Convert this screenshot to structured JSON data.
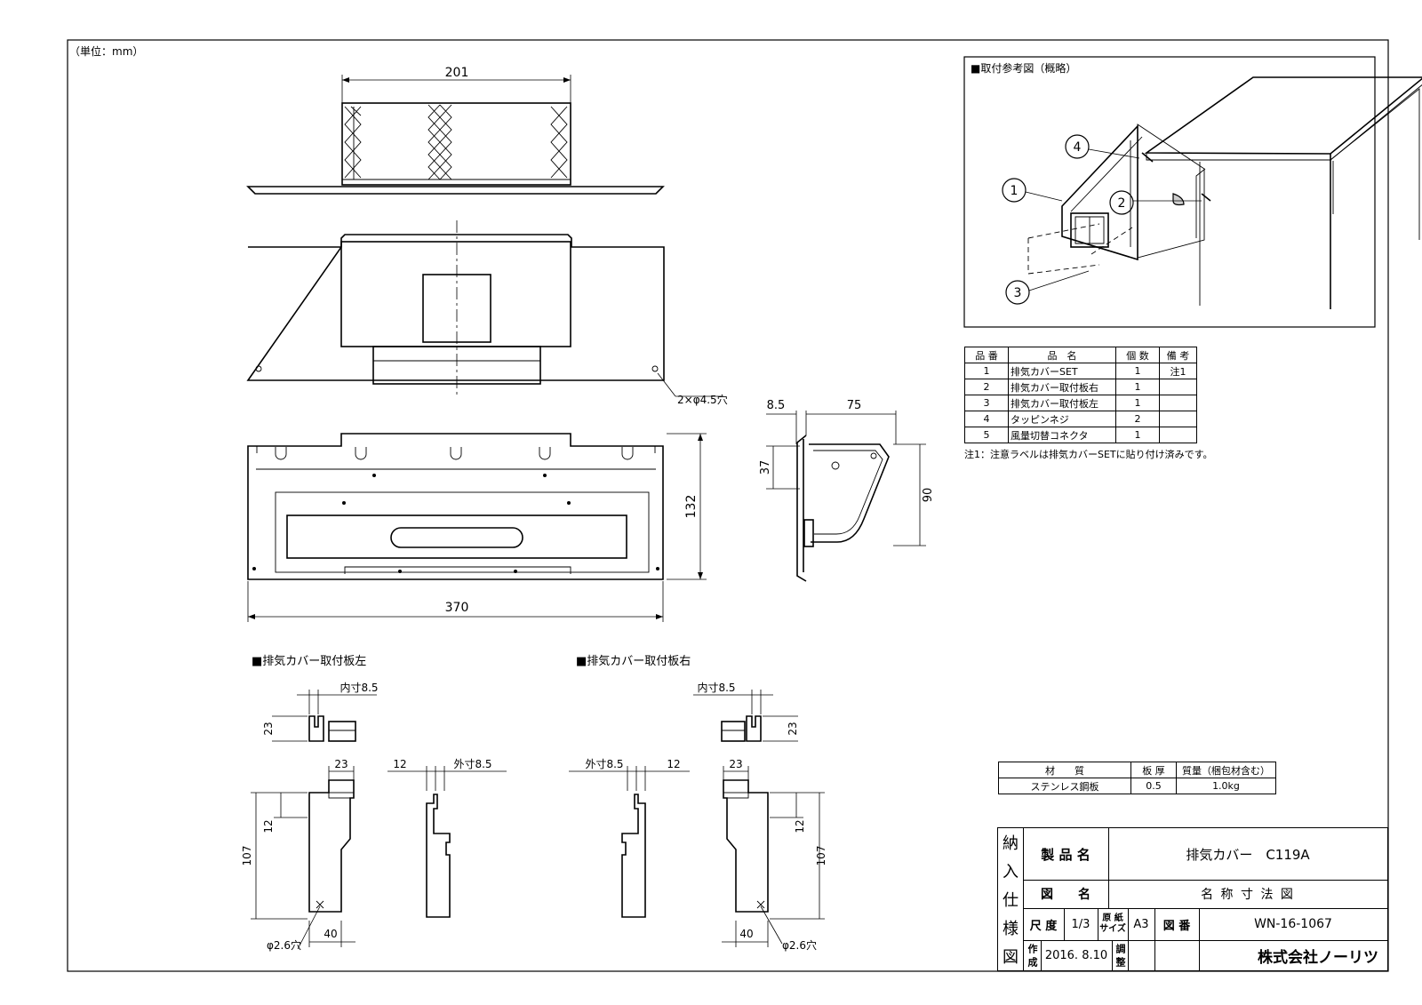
{
  "unit_label": "（単位：mm）",
  "dims": {
    "top_width": "201",
    "overall_width": "370",
    "height_132": "132",
    "holes": "2×φ4.5穴",
    "side_85": "8.5",
    "side_75": "75",
    "side_37": "37",
    "side_90": "90"
  },
  "left_plate": {
    "title": "■排気カバー取付板左",
    "inner": "内寸8.5",
    "d23a": "23",
    "d23b": "23",
    "d107": "107",
    "d12": "12",
    "d40": "40",
    "hole": "φ2.6穴",
    "s12": "12",
    "outer": "外寸8.5"
  },
  "right_plate": {
    "title": "■排気カバー取付板右",
    "inner": "内寸8.5",
    "d23a": "23",
    "d23b": "23",
    "d107": "107",
    "d12": "12",
    "d40": "40",
    "hole": "φ2.6穴",
    "s12": "12",
    "outer": "外寸8.5"
  },
  "install_ref": {
    "title": "■取付参考図（概略）",
    "callouts": [
      "1",
      "2",
      "3",
      "4"
    ]
  },
  "parts_table": {
    "headers": [
      "品 番",
      "品　名",
      "個 数",
      "備 考"
    ],
    "rows": [
      [
        "1",
        "排気カバーSET",
        "1",
        "注1"
      ],
      [
        "2",
        "排気カバー取付板右",
        "1",
        ""
      ],
      [
        "3",
        "排気カバー取付板左",
        "1",
        ""
      ],
      [
        "4",
        "タッピンネジ",
        "2",
        ""
      ],
      [
        "5",
        "風量切替コネクタ",
        "1",
        ""
      ]
    ],
    "note": "注1：注意ラベルは排気カバーSETに貼り付け済みです。"
  },
  "material_table": {
    "headers": [
      "材　　質",
      "板 厚",
      "質量（梱包材含む）"
    ],
    "row": [
      "ステンレス鋼板",
      "0.5",
      "1.0kg"
    ]
  },
  "title_block": {
    "vertical": [
      "納",
      "入",
      "仕",
      "様",
      "図"
    ],
    "product_label": "製 品 名",
    "product_value": "排気カバー　C119A",
    "drawing_label": "図　　名",
    "drawing_value": "名 称 寸 法 図",
    "scale_label": "尺 度",
    "scale_value": "1/3",
    "paper_label": "原 紙\nサイズ",
    "paper_value": "A3",
    "number_label": "図 番",
    "number_value": "WN-16-1067",
    "made_label": "作 成",
    "made_value": "2016. 8.10",
    "check_label": "調 整",
    "company": "株式会社ノーリツ"
  }
}
